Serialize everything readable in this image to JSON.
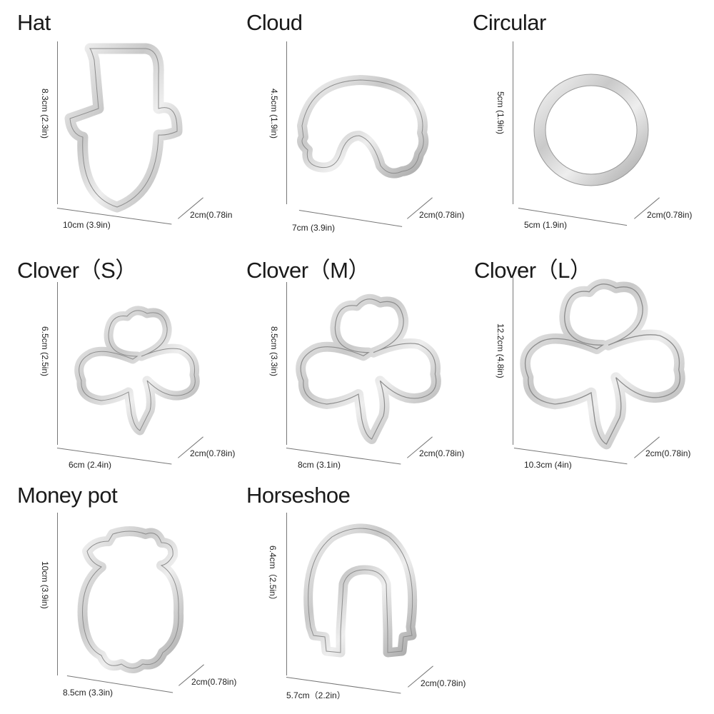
{
  "cutters": [
    {
      "name": "Hat",
      "height": "8.3cm (2.3in)",
      "width": "10cm (3.9in)",
      "depth": "2cm(0.78in"
    },
    {
      "name": "Cloud",
      "height": "4.5cm (1.9in)",
      "width": "7cm (3.9in)",
      "depth": "2cm(0.78in)"
    },
    {
      "name": "Circular",
      "height": "5cm (1.9in)",
      "width": "5cm (1.9in)",
      "depth": "2cm(0.78in)"
    },
    {
      "name": "Clover（S）",
      "height": "6.5cm (2.5in)",
      "width": "6cm (2.4in)",
      "depth": "2cm(0.78in)"
    },
    {
      "name": "Clover（M）",
      "height": "8.5cm (3.3in)",
      "width": "8cm (3.1in)",
      "depth": "2cm(0.78in)"
    },
    {
      "name": "Clover（L）",
      "height": "12.2cm (4.8in)",
      "width": "10.3cm (4in)",
      "depth": "2cm(0.78in)"
    },
    {
      "name": "Money pot",
      "height": "10cm (3.9in)",
      "width": "8.5cm (3.3in)",
      "depth": "2cm(0.78in)"
    },
    {
      "name": "Horseshoe",
      "height": "6.4cm（2.5in）",
      "width": "5.7cm（2.2in）",
      "depth": "2cm(0.78in)"
    }
  ]
}
